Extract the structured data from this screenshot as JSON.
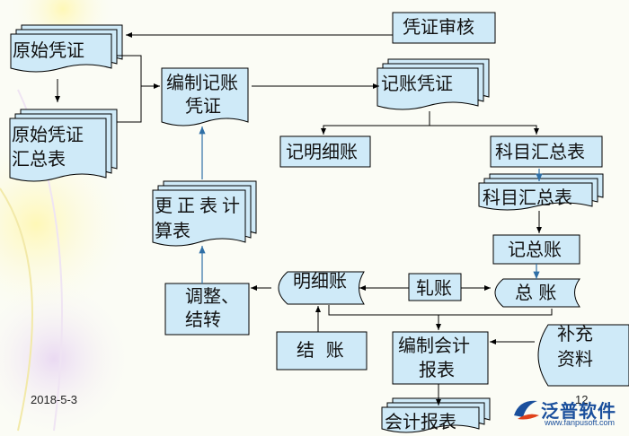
{
  "nodes": {
    "audit": "凭证审核",
    "original_voucher": "原始凭证",
    "original_summary": [
      "原始凭证",
      "汇总表"
    ],
    "make_voucher": [
      "编制记账",
      "凭证"
    ],
    "post_voucher": "记账凭证",
    "detail_ledger": "记明细账",
    "subject_summary_1": "科目汇总表",
    "subject_summary_2": "科目汇总表",
    "general_ledger": "记总账",
    "correction": [
      "更正表计",
      "算表"
    ],
    "adjust": [
      "调整、",
      "结转"
    ],
    "detail_book": "明细账",
    "reconcile": "轧账",
    "gl_book": "总 账",
    "close": "结  账",
    "make_report": [
      "编制会计",
      "报表"
    ],
    "supplement": [
      "补充",
      "资料"
    ],
    "report": "会计报表"
  },
  "footer": {
    "date": "2018-5-3",
    "page": "12"
  },
  "logo": {
    "name": "泛普软件",
    "url": "www.fanpusoft.com"
  },
  "colors": {
    "box_fill": "#cfeaf8",
    "stroke": "#000000",
    "connector_blue": "#2f6fa6",
    "logo": "#1a4f9c"
  }
}
